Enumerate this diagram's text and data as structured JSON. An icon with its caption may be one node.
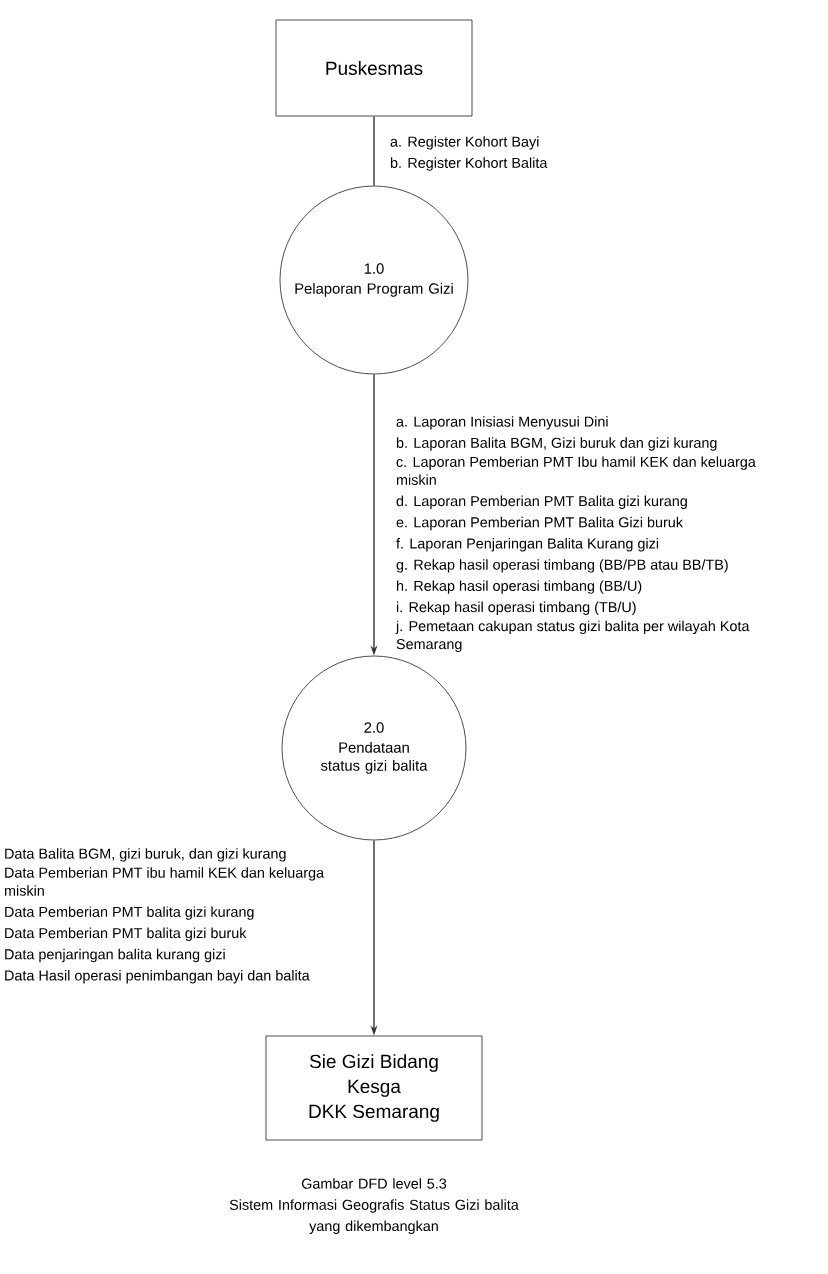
{
  "diagram": {
    "nodes": [
      {
        "text": [
          "Puskesmas"
        ]
      },
      {
        "text": [
          "1.0",
          "Pelaporan Program Gizi"
        ]
      },
      {
        "text": [
          "2.0",
          "Pendataan status gizi balita"
        ]
      },
      {
        "text": [
          "Sie Gizi Bidang",
          "Kesga",
          "DKK Semarang"
        ]
      }
    ],
    "edges": [
      {
        "from": 0,
        "to": 1,
        "arrow": "none"
      },
      {
        "from": 1,
        "to": 2,
        "arrow": "to"
      },
      {
        "from": 2,
        "to": 3,
        "arrow": "to"
      }
    ],
    "labels": [
      "a. Register Kohort Bayi",
      "b. Register Kohort Balita",
      "a. Laporan Inisiasi Menyusui Dini",
      "b. Laporan Balita BGM, Gizi buruk dan gizi kurang",
      "c. Laporan Pemberian PMT Ibu hamil KEK dan keluarga miskin",
      "d. Laporan Pemberian PMT Balita gizi kurang",
      "e. Laporan Pemberian PMT Balita Gizi buruk",
      "f. Laporan Penjaringan Balita Kurang gizi",
      "g. Rekap hasil operasi timbang (BB/PB atau BB/TB)",
      "h. Rekap hasil operasi timbang (BB/U)",
      "i. Rekap hasil operasi timbang (TB/U)",
      "j. Pemetaan cakupan status gizi balita per wilayah Kota Semarang",
      "Data Balita BGM, gizi buruk, dan gizi kurang",
      "Data Pemberian PMT ibu hamil KEK dan keluarga miskin",
      "Data Pemberian PMT balita gizi kurang",
      "Data Pemberian PMT balita gizi buruk",
      "Data penjaringan balita kurang gizi",
      "Data Hasil operasi penimbangan bayi dan balita",
      "Gambar DFD level 5.3",
      "Sistem Informasi Geografis Status Gizi balita",
      "yang dikembangkan"
    ]
  }
}
